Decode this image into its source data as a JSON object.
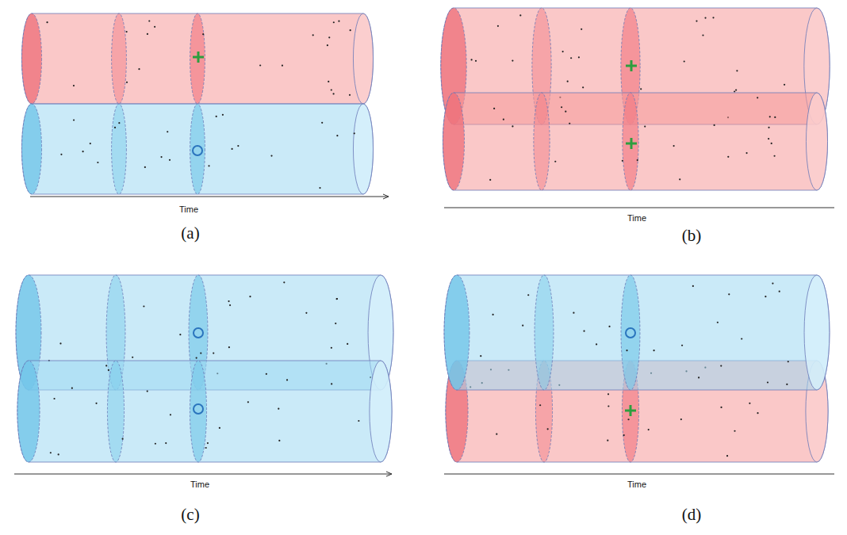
{
  "diagram": {
    "labels": [
      "Time",
      "(a)",
      "Time",
      "(b)",
      "Time",
      "(c)",
      "Time",
      "(d)"
    ]
  }
}
